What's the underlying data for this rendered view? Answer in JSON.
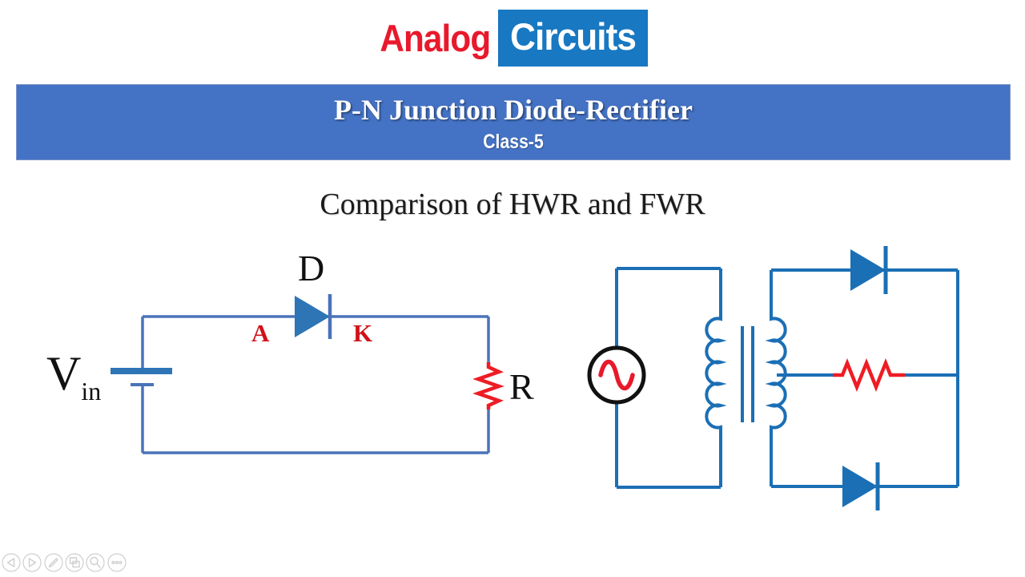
{
  "logo": {
    "word_red": "Analog",
    "word_boxed": "Circuits"
  },
  "banner": {
    "title": "P-N Junction Diode-Rectifier",
    "subtitle": "Class-5"
  },
  "heading": "Comparison of HWR and FWR",
  "hwr_circuit": {
    "source_label": "V",
    "source_subscript": "in",
    "diode_label": "D",
    "anode_label": "A",
    "cathode_label": "K",
    "resistor_label": "R",
    "components": [
      "dc-source-battery",
      "diode",
      "resistor"
    ]
  },
  "fwr_circuit": {
    "components": [
      "ac-sine-source",
      "center-tapped-transformer",
      "diode-top",
      "diode-bottom",
      "resistor"
    ]
  },
  "toolbar": {
    "buttons": [
      "previous",
      "next",
      "pen",
      "media",
      "magnifier",
      "more"
    ]
  },
  "colors": {
    "banner_blue": "#4472C4",
    "logo_blue": "#1878C2",
    "brand_red": "#E8192C",
    "hwr_wire": "#4A73B9",
    "fwr_wire": "#1B6FB5",
    "diode_hwr": "#2E75B6",
    "resistor_red": "#EE1C25",
    "label_red": "#D11119",
    "source_outline": "#111111",
    "toolbar_gray": "#CFCFCF"
  }
}
